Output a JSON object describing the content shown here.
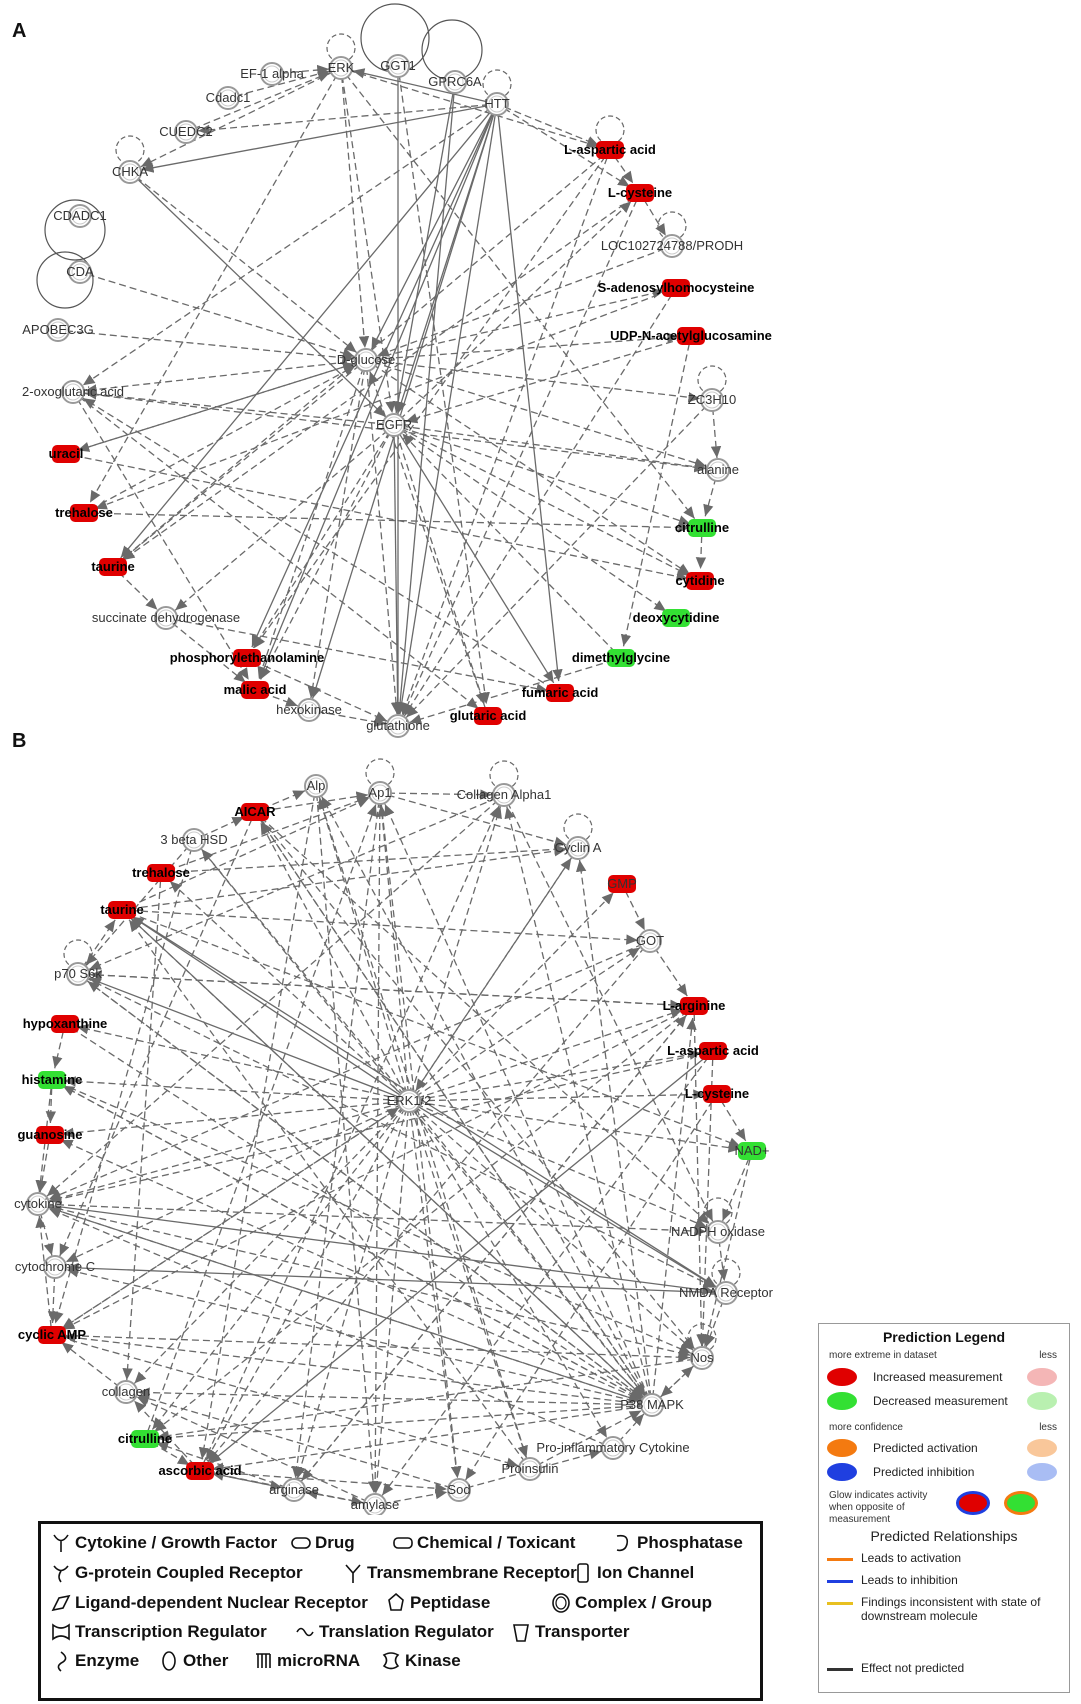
{
  "panel_a": {
    "letter": "A",
    "nodes": [
      {
        "id": "ERK",
        "label": "ERK",
        "bold": false,
        "color": "none"
      },
      {
        "id": "EF1",
        "label": "EF-1 alpha",
        "bold": false,
        "color": "none"
      },
      {
        "id": "GGT1",
        "label": "GGT1",
        "bold": false,
        "color": "none"
      },
      {
        "id": "GPRC6A",
        "label": "GPRC6A",
        "bold": false,
        "color": "none"
      },
      {
        "id": "HTT",
        "label": "HTT",
        "bold": false,
        "color": "none"
      },
      {
        "id": "Cdadc1",
        "label": "Cdadc1",
        "bold": false,
        "color": "none"
      },
      {
        "id": "CUEDC2",
        "label": "CUEDC2",
        "bold": false,
        "color": "none"
      },
      {
        "id": "CHKA",
        "label": "CHKA",
        "bold": false,
        "color": "none"
      },
      {
        "id": "CDADC1",
        "label": "CDADC1",
        "bold": false,
        "color": "none"
      },
      {
        "id": "CDA",
        "label": "CDA",
        "bold": false,
        "color": "none"
      },
      {
        "id": "APOBEC3G",
        "label": "APOBEC3G",
        "bold": false,
        "color": "none"
      },
      {
        "id": "OXO",
        "label": "2-oxoglutaric acid",
        "bold": false,
        "color": "none"
      },
      {
        "id": "DGLU",
        "label": "D-glucose",
        "bold": false,
        "color": "none"
      },
      {
        "id": "EGFR",
        "label": "EGFR",
        "bold": false,
        "color": "none"
      },
      {
        "id": "LASP",
        "label": "L-aspartic acid",
        "bold": true,
        "color": "red"
      },
      {
        "id": "LCYS",
        "label": "L-cysteine",
        "bold": true,
        "color": "red"
      },
      {
        "id": "LOC",
        "label": "LOC102724788/PRODH",
        "bold": false,
        "color": "none"
      },
      {
        "id": "SAH",
        "label": "S-adenosylhomocysteine",
        "bold": true,
        "color": "red"
      },
      {
        "id": "UDP",
        "label": "UDP-N-acetylglucosamine",
        "bold": true,
        "color": "red"
      },
      {
        "id": "ZC3H10",
        "label": "ZC3H10",
        "bold": false,
        "color": "none"
      },
      {
        "id": "ALA",
        "label": "alanine",
        "bold": false,
        "color": "none"
      },
      {
        "id": "URA",
        "label": "uracil",
        "bold": true,
        "color": "red"
      },
      {
        "id": "TRE",
        "label": "trehalose",
        "bold": true,
        "color": "red"
      },
      {
        "id": "CIT",
        "label": "citrulline",
        "bold": true,
        "color": "green"
      },
      {
        "id": "TAU",
        "label": "taurine",
        "bold": true,
        "color": "red"
      },
      {
        "id": "CYT",
        "label": "cytidine",
        "bold": true,
        "color": "red"
      },
      {
        "id": "SDH",
        "label": "succinate dehydrogenase",
        "bold": false,
        "color": "none"
      },
      {
        "id": "DCY",
        "label": "deoxycytidine",
        "bold": true,
        "color": "green"
      },
      {
        "id": "PEA",
        "label": "phosphorylethanolamine",
        "bold": true,
        "color": "red"
      },
      {
        "id": "DMG",
        "label": "dimethylglycine",
        "bold": true,
        "color": "green"
      },
      {
        "id": "MAL",
        "label": "malic acid",
        "bold": true,
        "color": "red"
      },
      {
        "id": "HEX",
        "label": "hexokinase",
        "bold": false,
        "color": "none"
      },
      {
        "id": "FUM",
        "label": "fumaric acid",
        "bold": true,
        "color": "red"
      },
      {
        "id": "GLU",
        "label": "glutaric acid",
        "bold": true,
        "color": "red"
      },
      {
        "id": "GSH",
        "label": "glutathione",
        "bold": false,
        "color": "none"
      }
    ]
  },
  "panel_b": {
    "letter": "B",
    "nodes": [
      {
        "id": "ALP",
        "label": "Alp",
        "bold": false,
        "color": "none"
      },
      {
        "id": "AP1",
        "label": "Ap1",
        "bold": false,
        "color": "none"
      },
      {
        "id": "COL1",
        "label": "Collagen Alpha1",
        "bold": false,
        "color": "none"
      },
      {
        "id": "AICAR",
        "label": "AICAR",
        "bold": true,
        "color": "red"
      },
      {
        "id": "HSD",
        "label": "3 beta HSD",
        "bold": false,
        "color": "none"
      },
      {
        "id": "CYCA",
        "label": "Cyclin A",
        "bold": false,
        "color": "none"
      },
      {
        "id": "TRE",
        "label": "trehalose",
        "bold": true,
        "color": "red"
      },
      {
        "id": "GMP",
        "label": "GMP",
        "bold": false,
        "color": "red"
      },
      {
        "id": "TAU",
        "label": "taurine",
        "bold": true,
        "color": "red"
      },
      {
        "id": "GOT",
        "label": "GOT",
        "bold": false,
        "color": "none"
      },
      {
        "id": "P70",
        "label": "p70 S6k",
        "bold": false,
        "color": "none"
      },
      {
        "id": "LARG",
        "label": "L-arginine",
        "bold": true,
        "color": "red"
      },
      {
        "id": "HYP",
        "label": "hypoxanthine",
        "bold": true,
        "color": "red"
      },
      {
        "id": "LASP",
        "label": "L-aspartic acid",
        "bold": true,
        "color": "red"
      },
      {
        "id": "HIS",
        "label": "histamine",
        "bold": true,
        "color": "green"
      },
      {
        "id": "ERK12",
        "label": "ERK1/2",
        "bold": false,
        "color": "none"
      },
      {
        "id": "LCYS",
        "label": "L-cysteine",
        "bold": true,
        "color": "red"
      },
      {
        "id": "GUA",
        "label": "guanosine",
        "bold": true,
        "color": "red"
      },
      {
        "id": "NAD",
        "label": "NAD+",
        "bold": false,
        "color": "green"
      },
      {
        "id": "CYTK",
        "label": "cytokine",
        "bold": false,
        "color": "none"
      },
      {
        "id": "NADPH",
        "label": "NADPH oxidase",
        "bold": false,
        "color": "none"
      },
      {
        "id": "CYTC",
        "label": "cytochrome C",
        "bold": false,
        "color": "none"
      },
      {
        "id": "NMDA",
        "label": "NMDA Receptor",
        "bold": false,
        "color": "none"
      },
      {
        "id": "CAMP",
        "label": "cyclic AMP",
        "bold": true,
        "color": "red"
      },
      {
        "id": "NOS",
        "label": "Nos",
        "bold": false,
        "color": "none"
      },
      {
        "id": "COLL",
        "label": "collagen",
        "bold": false,
        "color": "none"
      },
      {
        "id": "P38",
        "label": "P38 MAPK",
        "bold": false,
        "color": "none"
      },
      {
        "id": "CIT",
        "label": "citrulline",
        "bold": true,
        "color": "green"
      },
      {
        "id": "PIC",
        "label": "Pro-inflammatory Cytokine",
        "bold": false,
        "color": "none"
      },
      {
        "id": "ASC",
        "label": "ascorbic acid",
        "bold": true,
        "color": "red"
      },
      {
        "id": "PRO",
        "label": "Proinsulin",
        "bold": false,
        "color": "none"
      },
      {
        "id": "ARG",
        "label": "arginase",
        "bold": false,
        "color": "none"
      },
      {
        "id": "SOD",
        "label": "Sod",
        "bold": false,
        "color": "none"
      },
      {
        "id": "AMY",
        "label": "amylase",
        "bold": false,
        "color": "none"
      }
    ]
  },
  "shape_legend": {
    "items": [
      {
        "label": "Cytokine / Growth Factor",
        "icon": "cytokine-icon"
      },
      {
        "label": "Drug",
        "icon": "drug-icon"
      },
      {
        "label": "Chemical / Toxicant",
        "icon": "chemical-icon"
      },
      {
        "label": "Phosphatase",
        "icon": "phosphatase-icon"
      },
      {
        "label": "G-protein Coupled Receptor",
        "icon": "gpcr-icon"
      },
      {
        "label": "Transmembrane Receptor",
        "icon": "transmembrane-receptor-icon"
      },
      {
        "label": "Ion Channel",
        "icon": "ion-channel-icon"
      },
      {
        "label": "Ligand-dependent Nuclear Receptor",
        "icon": "nuclear-receptor-icon"
      },
      {
        "label": "Peptidase",
        "icon": "peptidase-icon"
      },
      {
        "label": "Complex / Group",
        "icon": "complex-icon"
      },
      {
        "label": "Transcription Regulator",
        "icon": "transcription-regulator-icon"
      },
      {
        "label": "Translation Regulator",
        "icon": "translation-regulator-icon"
      },
      {
        "label": "Transporter",
        "icon": "transporter-icon"
      },
      {
        "label": "Enzyme",
        "icon": "enzyme-icon"
      },
      {
        "label": "Other",
        "icon": "other-icon"
      },
      {
        "label": "microRNA",
        "icon": "microrna-icon"
      },
      {
        "label": "Kinase",
        "icon": "kinase-icon"
      }
    ]
  },
  "prediction_legend": {
    "title": "Prediction Legend",
    "more_extreme": "more extreme in dataset",
    "less": "less",
    "increased": "Increased measurement",
    "decreased": "Decreased measurement",
    "more_confidence": "more confidence",
    "predicted_activation": "Predicted activation",
    "predicted_inhibition": "Predicted inhibition",
    "glow": "Glow indicates activity when opposite of measurement",
    "relationships_title": "Predicted Relationships",
    "leads_activation": "Leads to activation",
    "leads_inhibition": "Leads to inhibition",
    "findings_inconsistent": "Findings inconsistent with state of downstream molecule",
    "effect_not_predicted": "Effect not predicted",
    "colors": {
      "increased": "#e00000",
      "increased_less": "#f4b6b6",
      "decreased": "#33e033",
      "decreased_less": "#b9f0b0",
      "activation": "#f47a10",
      "activation_less": "#f9c79a",
      "inhibition": "#1f3fe0",
      "inhibition_less": "#a9bdf4",
      "rel_activation": "#f47a10",
      "rel_inhibition": "#1f3fe0",
      "rel_inconsistent": "#e8c020",
      "rel_not_predicted": "#333333"
    }
  }
}
